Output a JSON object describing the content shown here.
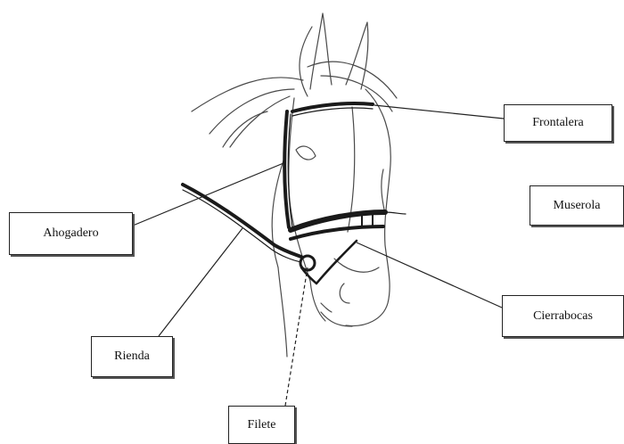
{
  "diagram": {
    "labels": {
      "frontalera": "Frontalera",
      "muserola": "Muserola",
      "ahogadero": "Ahogadero",
      "cierrabocas": "Cierrabocas",
      "rienda": "Rienda",
      "filete": "Filete"
    },
    "colors": {
      "line": "#222222",
      "strap": "#1a1a1a",
      "sketch": "#555555"
    }
  }
}
